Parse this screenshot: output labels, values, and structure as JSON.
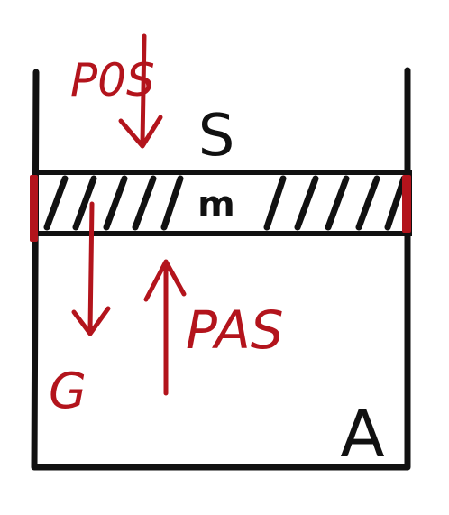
{
  "diagram": {
    "labels": {
      "top_force": "P0S",
      "gas_above": "S",
      "piston": "m",
      "gravity": "G",
      "gas_force": "PAS",
      "gas_below": "A"
    },
    "colors": {
      "ink": "#111111",
      "annotation": "#b3141c",
      "background": "#ffffff"
    }
  }
}
